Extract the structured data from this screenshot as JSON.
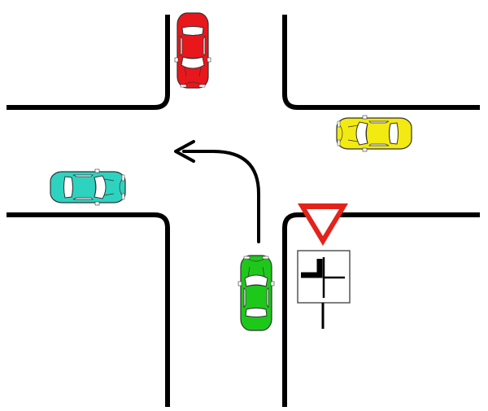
{
  "scene": {
    "background": "#ffffff",
    "road_edge_color": "#000000",
    "cars": [
      {
        "name": "red-car",
        "color": "#e8171c",
        "facing": "south"
      },
      {
        "name": "yellow-car",
        "color": "#f2ea10",
        "facing": "west"
      },
      {
        "name": "cyan-car",
        "color": "#2ed3c0",
        "facing": "east"
      },
      {
        "name": "green-car",
        "color": "#1ec81b",
        "facing": "north"
      }
    ],
    "left_turn_arrow": {
      "color": "#000000"
    },
    "signs": {
      "yield": {
        "fill": "#ffffff",
        "border": "#e3231b"
      },
      "priority_road_plate": {
        "background": "#ffffff",
        "symbol": "#000000"
      }
    }
  }
}
